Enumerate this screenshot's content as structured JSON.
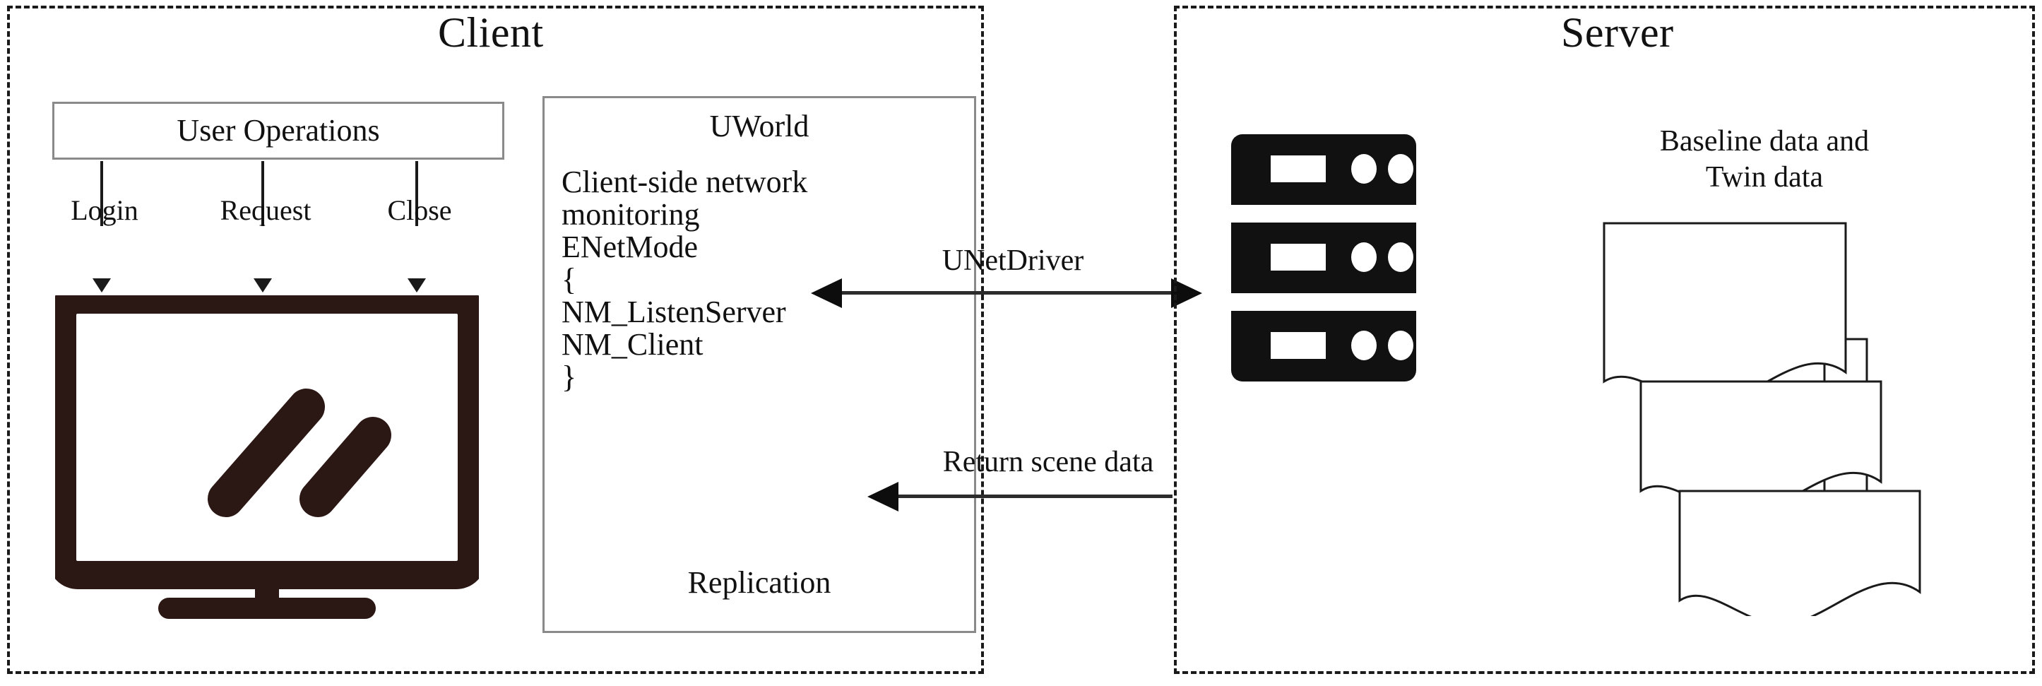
{
  "diagram": {
    "title": "Client-Server architecture diagram",
    "panels": {
      "client": {
        "title": "Client"
      },
      "server": {
        "title": "Server"
      }
    },
    "client": {
      "user_operations": {
        "label": "User Operations"
      },
      "operations": [
        {
          "label": "Login"
        },
        {
          "label": "Request"
        },
        {
          "label": "Close"
        }
      ],
      "monitor_icon": {
        "name": "desktop-monitor-icon",
        "color": "#2b1714"
      },
      "uworld": {
        "title": "UWorld",
        "lines": [
          "Client-side network",
          "monitoring",
          "ENetMode",
          "{",
          "NM_ListenServer",
          "NM_Client",
          "}"
        ],
        "footer": "Replication"
      }
    },
    "links": [
      {
        "label": "UNetDriver",
        "direction": "bidirectional"
      },
      {
        "label": "Return scene data",
        "direction": "left"
      }
    ],
    "server": {
      "racks": [
        {
          "name": "server-rack-top"
        },
        {
          "name": "server-rack-middle"
        },
        {
          "name": "server-rack-bottom"
        }
      ],
      "data_caption_lines": [
        "Baseline data and",
        "Twin data"
      ],
      "document_stack": {
        "name": "document-stack-icon",
        "count": 3
      }
    },
    "colors": {
      "panel_border": "#1a1a1a",
      "box_border": "#8a8a8a",
      "rack_fill": "#111111",
      "monitor_fill": "#2b1714",
      "arrow": "#0d0d0d",
      "text": "#111111",
      "background": "#ffffff"
    }
  }
}
